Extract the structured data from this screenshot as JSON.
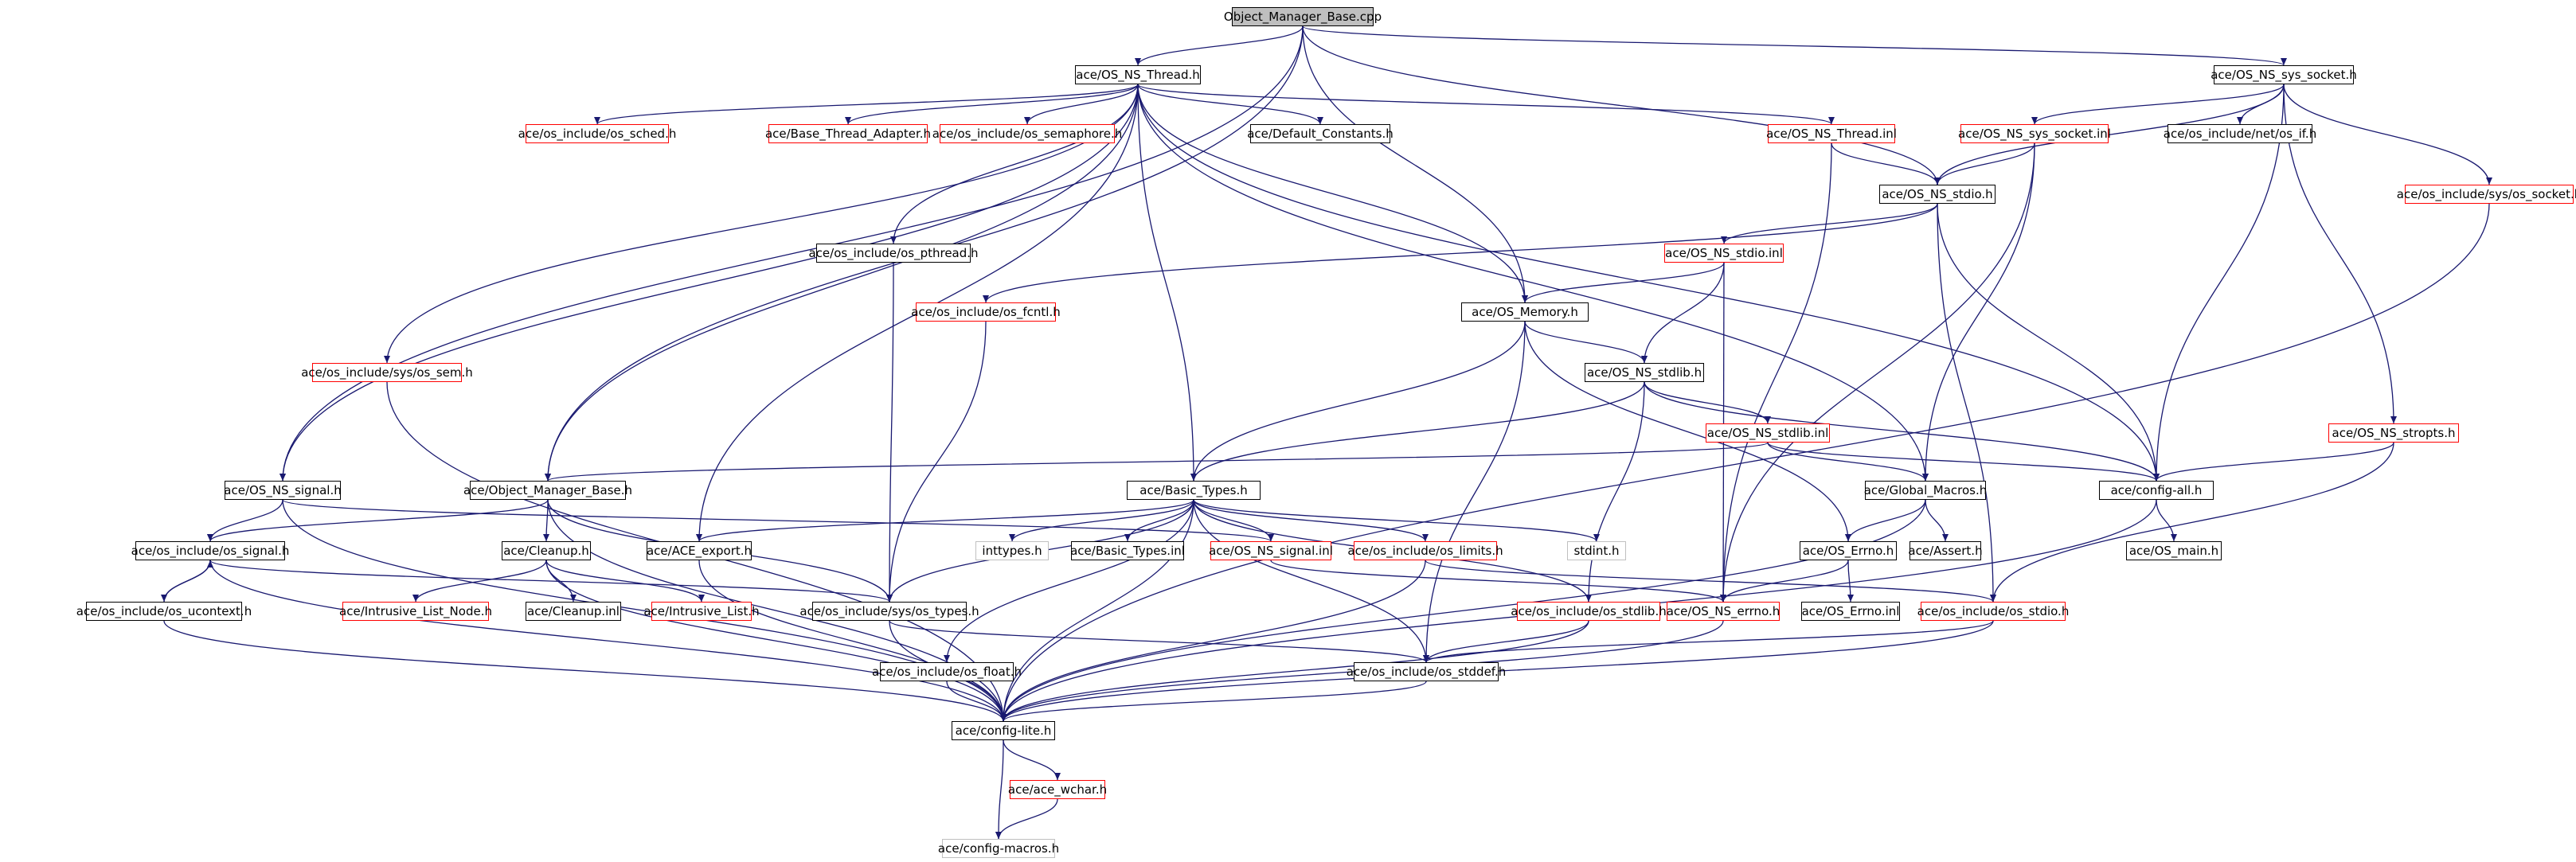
{
  "colors": {
    "edge": "#191970",
    "border_default": "#000000",
    "border_missing": "#ff0000",
    "border_system": "#c0c0c0",
    "root_fill": "#bfbfbf"
  },
  "nodes": [
    {
      "id": "n0",
      "label": "Object_Manager_Base.cpp",
      "style": "root"
    },
    {
      "id": "n1",
      "label": "ace/OS_NS_Thread.h",
      "style": "black"
    },
    {
      "id": "n2",
      "label": "ace/OS_NS_sys_socket.h",
      "style": "black"
    },
    {
      "id": "n3",
      "label": "ace/os_include/os_sched.h",
      "style": "red"
    },
    {
      "id": "n4",
      "label": "ace/Base_Thread_Adapter.h",
      "style": "red"
    },
    {
      "id": "n5",
      "label": "ace/os_include/os_semaphore.h",
      "style": "red"
    },
    {
      "id": "n6",
      "label": "ace/Default_Constants.h",
      "style": "black"
    },
    {
      "id": "n7",
      "label": "ace/OS_NS_Thread.inl",
      "style": "red"
    },
    {
      "id": "n8",
      "label": "ace/OS_NS_sys_socket.inl",
      "style": "red"
    },
    {
      "id": "n9",
      "label": "ace/os_include/net/os_if.h",
      "style": "black"
    },
    {
      "id": "n10",
      "label": "ace/os_include/sys/os_socket.h",
      "style": "red"
    },
    {
      "id": "n11",
      "label": "ace/OS_NS_stdio.h",
      "style": "black"
    },
    {
      "id": "n12",
      "label": "ace/os_include/os_pthread.h",
      "style": "black"
    },
    {
      "id": "n13",
      "label": "ace/OS_NS_stdio.inl",
      "style": "red"
    },
    {
      "id": "n14",
      "label": "ace/os_include/os_fcntl.h",
      "style": "red"
    },
    {
      "id": "n15",
      "label": "ace/OS_Memory.h",
      "style": "black"
    },
    {
      "id": "n16",
      "label": "ace/os_include/sys/os_sem.h",
      "style": "red"
    },
    {
      "id": "n17",
      "label": "ace/OS_NS_stdlib.h",
      "style": "black"
    },
    {
      "id": "n18",
      "label": "ace/OS_NS_stropts.h",
      "style": "red"
    },
    {
      "id": "n19",
      "label": "ace/OS_NS_stdlib.inl",
      "style": "red"
    },
    {
      "id": "n20",
      "label": "ace/OS_NS_signal.h",
      "style": "black"
    },
    {
      "id": "n21",
      "label": "ace/Object_Manager_Base.h",
      "style": "black"
    },
    {
      "id": "n22",
      "label": "ace/Basic_Types.h",
      "style": "black"
    },
    {
      "id": "n23",
      "label": "ace/Global_Macros.h",
      "style": "black"
    },
    {
      "id": "n24",
      "label": "ace/config-all.h",
      "style": "black"
    },
    {
      "id": "n25",
      "label": "ace/os_include/os_signal.h",
      "style": "black"
    },
    {
      "id": "n26",
      "label": "ace/Cleanup.h",
      "style": "black"
    },
    {
      "id": "n27",
      "label": "ace/ACE_export.h",
      "style": "black"
    },
    {
      "id": "n28",
      "label": "inttypes.h",
      "style": "gray"
    },
    {
      "id": "n29",
      "label": "ace/Basic_Types.inl",
      "style": "black"
    },
    {
      "id": "n30",
      "label": "ace/OS_NS_signal.inl",
      "style": "red"
    },
    {
      "id": "n31",
      "label": "ace/os_include/os_limits.h",
      "style": "red"
    },
    {
      "id": "n32",
      "label": "stdint.h",
      "style": "gray"
    },
    {
      "id": "n33",
      "label": "ace/OS_Errno.h",
      "style": "black"
    },
    {
      "id": "n34",
      "label": "ace/Assert.h",
      "style": "black"
    },
    {
      "id": "n35",
      "label": "ace/OS_main.h",
      "style": "black"
    },
    {
      "id": "n36",
      "label": "ace/os_include/os_ucontext.h",
      "style": "black"
    },
    {
      "id": "n37",
      "label": "ace/Intrusive_List_Node.h",
      "style": "red"
    },
    {
      "id": "n38",
      "label": "ace/Cleanup.inl",
      "style": "black"
    },
    {
      "id": "n39",
      "label": "ace/Intrusive_List.h",
      "style": "red"
    },
    {
      "id": "n40",
      "label": "ace/os_include/sys/os_types.h",
      "style": "black"
    },
    {
      "id": "n41",
      "label": "ace/os_include/os_stdlib.h",
      "style": "red"
    },
    {
      "id": "n42",
      "label": "ace/OS_NS_errno.h",
      "style": "red"
    },
    {
      "id": "n43",
      "label": "ace/OS_Errno.inl",
      "style": "black"
    },
    {
      "id": "n44",
      "label": "ace/os_include/os_stdio.h",
      "style": "red"
    },
    {
      "id": "n45",
      "label": "ace/os_include/os_float.h",
      "style": "black"
    },
    {
      "id": "n46",
      "label": "ace/os_include/os_stddef.h",
      "style": "black"
    },
    {
      "id": "n47",
      "label": "ace/config-lite.h",
      "style": "black"
    },
    {
      "id": "n48",
      "label": "ace/ace_wchar.h",
      "style": "red"
    },
    {
      "id": "n49",
      "label": "ace/config-macros.h",
      "style": "gray"
    }
  ],
  "edges": [
    [
      "n0",
      "n1"
    ],
    [
      "n0",
      "n2"
    ],
    [
      "n0",
      "n15"
    ],
    [
      "n0",
      "n11"
    ],
    [
      "n0",
      "n20"
    ],
    [
      "n0",
      "n21"
    ],
    [
      "n1",
      "n3"
    ],
    [
      "n1",
      "n4"
    ],
    [
      "n1",
      "n5"
    ],
    [
      "n1",
      "n6"
    ],
    [
      "n1",
      "n7"
    ],
    [
      "n1",
      "n12"
    ],
    [
      "n1",
      "n15"
    ],
    [
      "n1",
      "n16"
    ],
    [
      "n1",
      "n20"
    ],
    [
      "n1",
      "n21"
    ],
    [
      "n1",
      "n22"
    ],
    [
      "n1",
      "n23"
    ],
    [
      "n1",
      "n24"
    ],
    [
      "n1",
      "n27"
    ],
    [
      "n2",
      "n8"
    ],
    [
      "n2",
      "n9"
    ],
    [
      "n2",
      "n10"
    ],
    [
      "n2",
      "n11"
    ],
    [
      "n2",
      "n18"
    ],
    [
      "n2",
      "n24"
    ],
    [
      "n7",
      "n11"
    ],
    [
      "n7",
      "n42"
    ],
    [
      "n8",
      "n11"
    ],
    [
      "n8",
      "n23"
    ],
    [
      "n8",
      "n42"
    ],
    [
      "n10",
      "n47"
    ],
    [
      "n11",
      "n13"
    ],
    [
      "n11",
      "n14"
    ],
    [
      "n11",
      "n24"
    ],
    [
      "n11",
      "n44"
    ],
    [
      "n12",
      "n40"
    ],
    [
      "n13",
      "n15"
    ],
    [
      "n13",
      "n17"
    ],
    [
      "n13",
      "n42"
    ],
    [
      "n14",
      "n40"
    ],
    [
      "n15",
      "n22"
    ],
    [
      "n15",
      "n17"
    ],
    [
      "n15",
      "n33"
    ],
    [
      "n15",
      "n46"
    ],
    [
      "n16",
      "n47"
    ],
    [
      "n17",
      "n19"
    ],
    [
      "n17",
      "n22"
    ],
    [
      "n17",
      "n24"
    ],
    [
      "n17",
      "n41"
    ],
    [
      "n18",
      "n24"
    ],
    [
      "n18",
      "n44"
    ],
    [
      "n19",
      "n21"
    ],
    [
      "n19",
      "n23"
    ],
    [
      "n19",
      "n24"
    ],
    [
      "n20",
      "n25"
    ],
    [
      "n20",
      "n30"
    ],
    [
      "n20",
      "n47"
    ],
    [
      "n21",
      "n25"
    ],
    [
      "n21",
      "n26"
    ],
    [
      "n21",
      "n40"
    ],
    [
      "n21",
      "n47"
    ],
    [
      "n22",
      "n27"
    ],
    [
      "n22",
      "n28"
    ],
    [
      "n22",
      "n29"
    ],
    [
      "n22",
      "n30"
    ],
    [
      "n22",
      "n31"
    ],
    [
      "n22",
      "n32"
    ],
    [
      "n22",
      "n40"
    ],
    [
      "n22",
      "n41"
    ],
    [
      "n22",
      "n45"
    ],
    [
      "n22",
      "n46"
    ],
    [
      "n22",
      "n47"
    ],
    [
      "n23",
      "n33"
    ],
    [
      "n23",
      "n34"
    ],
    [
      "n23",
      "n47"
    ],
    [
      "n24",
      "n35"
    ],
    [
      "n24",
      "n47"
    ],
    [
      "n25",
      "n36"
    ],
    [
      "n25",
      "n40"
    ],
    [
      "n25",
      "n47"
    ],
    [
      "n26",
      "n37"
    ],
    [
      "n26",
      "n38"
    ],
    [
      "n26",
      "n39"
    ],
    [
      "n26",
      "n47"
    ],
    [
      "n27",
      "n47"
    ],
    [
      "n30",
      "n42"
    ],
    [
      "n31",
      "n47"
    ],
    [
      "n31",
      "n44"
    ],
    [
      "n33",
      "n42"
    ],
    [
      "n33",
      "n43"
    ],
    [
      "n36",
      "n25"
    ],
    [
      "n36",
      "n47"
    ],
    [
      "n40",
      "n46"
    ],
    [
      "n40",
      "n47"
    ],
    [
      "n41",
      "n46"
    ],
    [
      "n41",
      "n47"
    ],
    [
      "n42",
      "n47"
    ],
    [
      "n44",
      "n46"
    ],
    [
      "n44",
      "n47"
    ],
    [
      "n45",
      "n47"
    ],
    [
      "n46",
      "n47"
    ],
    [
      "n47",
      "n48"
    ],
    [
      "n47",
      "n49"
    ],
    [
      "n48",
      "n49"
    ]
  ]
}
